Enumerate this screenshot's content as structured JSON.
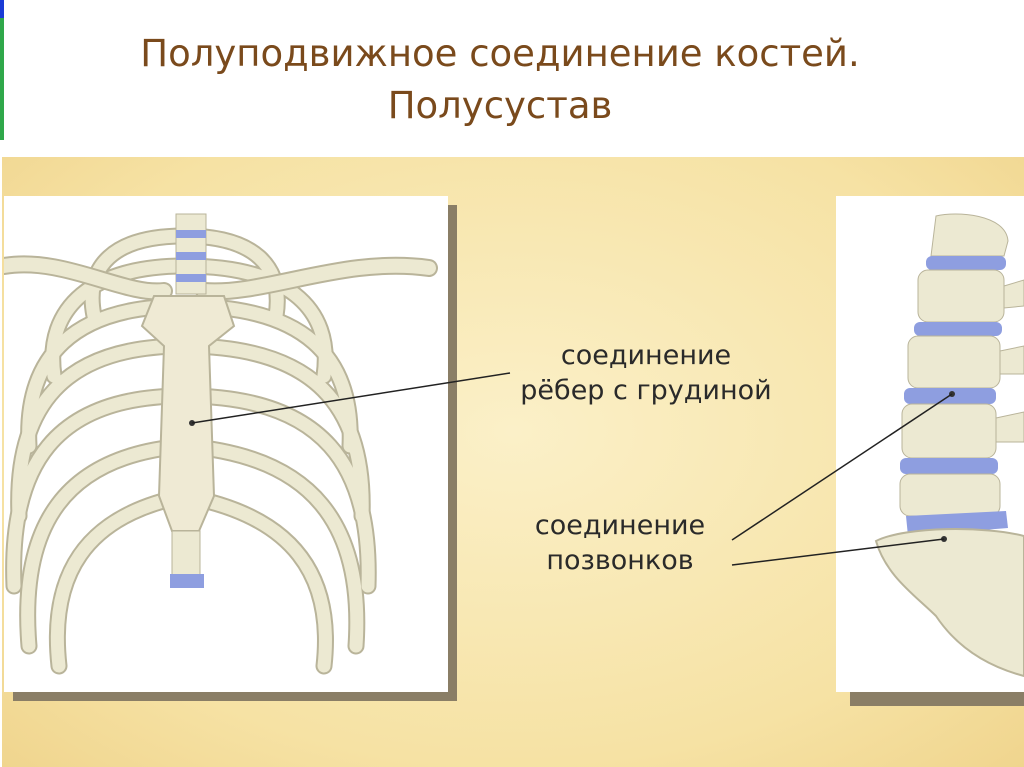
{
  "title": {
    "line1": "Полуподвижное соединение костей.",
    "line2": "Полусустав"
  },
  "labels": {
    "ribs": {
      "line1": "соединение",
      "line2": "рёбер с грудиной"
    },
    "vertebrae": {
      "line1": "соединение",
      "line2": "позвонков"
    }
  },
  "colors": {
    "title": "#7a4a1c",
    "bone": "#ece9d2",
    "bone_outline": "#b9b49a",
    "cartilage": "#8e9ee0",
    "panel": "#f6e2a4"
  }
}
